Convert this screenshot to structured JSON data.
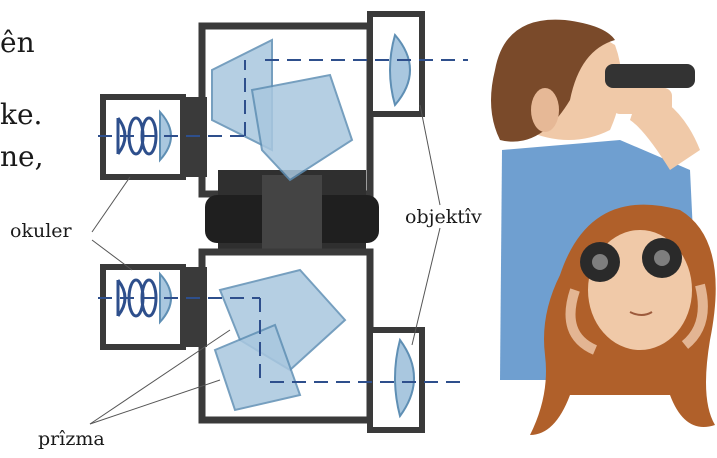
{
  "text_fragments": [
    "ên",
    "ke.",
    "ne,"
  ],
  "labels": {
    "eyepiece": "okuler",
    "objective": "objektîv",
    "prism": "prîzma"
  },
  "colors": {
    "frame": "#3a3a3a",
    "optics_blue": "#a9c7df",
    "optics_stroke": "#5f8fb4",
    "axis_blue": "#2e4f8c",
    "skin": "#f0c9a8",
    "shirt": "#6f9fd0",
    "hair_boy": "#7a4a2a",
    "hair_girl": "#b0602a"
  }
}
